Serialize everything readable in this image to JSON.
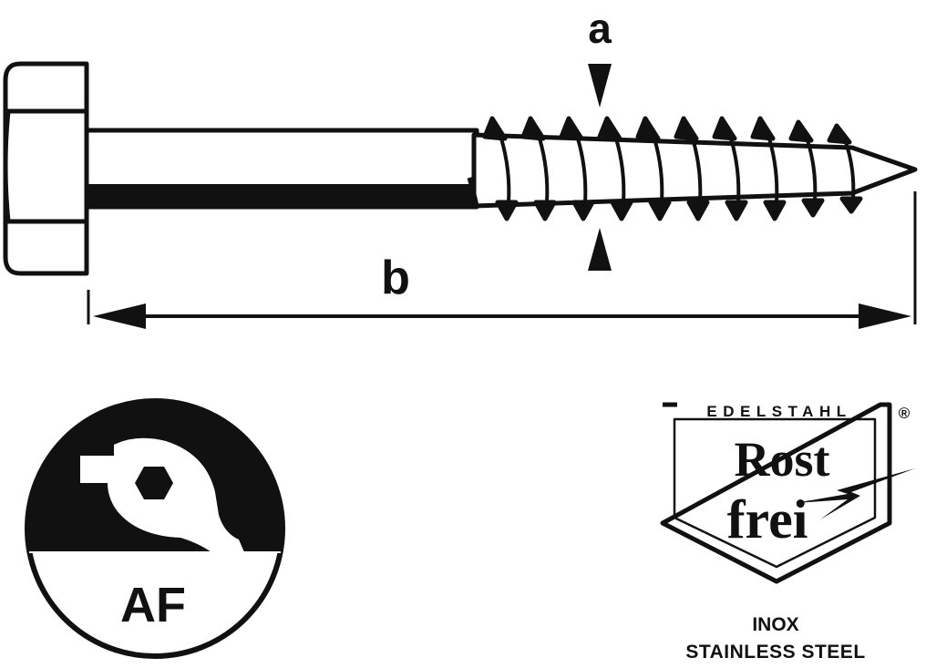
{
  "dimensions": {
    "diameter_label": "a",
    "length_label": "b"
  },
  "drive_badge": {
    "label": "AF",
    "icon": "wrench-icon"
  },
  "seal": {
    "top_text": "EDELSTAHL",
    "registered_mark": "®",
    "line1": "Rost",
    "line2": "frei",
    "icon": "lightning-icon"
  },
  "caption": {
    "line1": "INOX",
    "line2": "STAINLESS STEEL"
  },
  "colors": {
    "ink": "#111111",
    "paper": "#ffffff"
  }
}
